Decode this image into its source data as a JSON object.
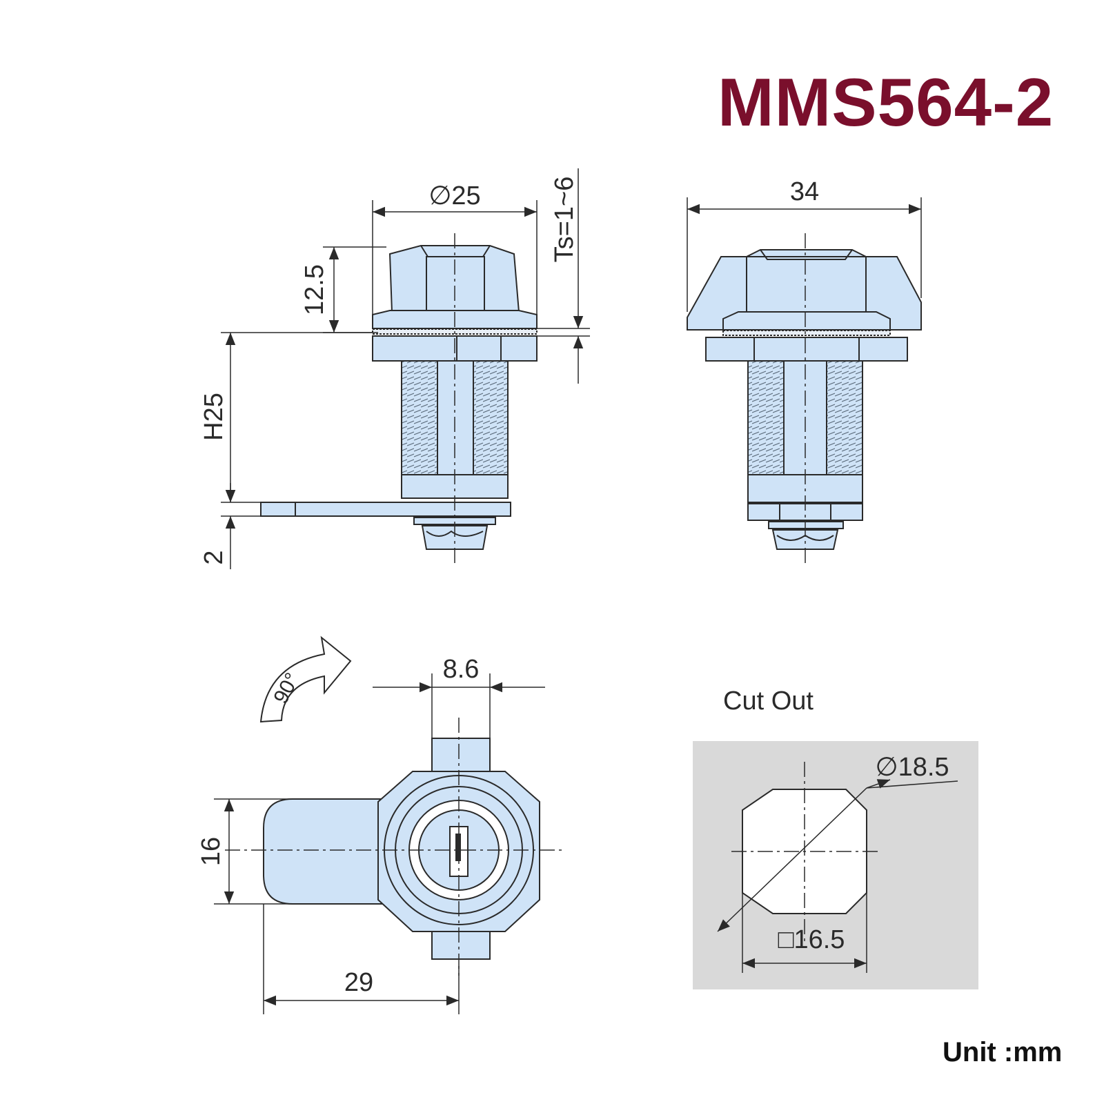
{
  "title": "MMS564-2",
  "unit_label": "Unit :mm",
  "colors": {
    "title": "#7a0f2c",
    "part_fill": "#cfe3f7",
    "outline": "#2a2a2a",
    "cutout_panel": "#d9d9d9"
  },
  "side_view": {
    "dim_diameter": "∅25",
    "dim_head_height": "12.5",
    "dim_ts": "Ts=1~6",
    "dim_h": "H25",
    "dim_thickness": "2"
  },
  "front_view": {
    "dim_width": "34"
  },
  "bottom_view": {
    "rotation_label": "90°",
    "dim_cam_width": "8.6",
    "dim_cam_height": "16",
    "dim_length": "29"
  },
  "cutout": {
    "title": "Cut Out",
    "dim_diameter": "∅18.5",
    "dim_square": "□16.5"
  }
}
